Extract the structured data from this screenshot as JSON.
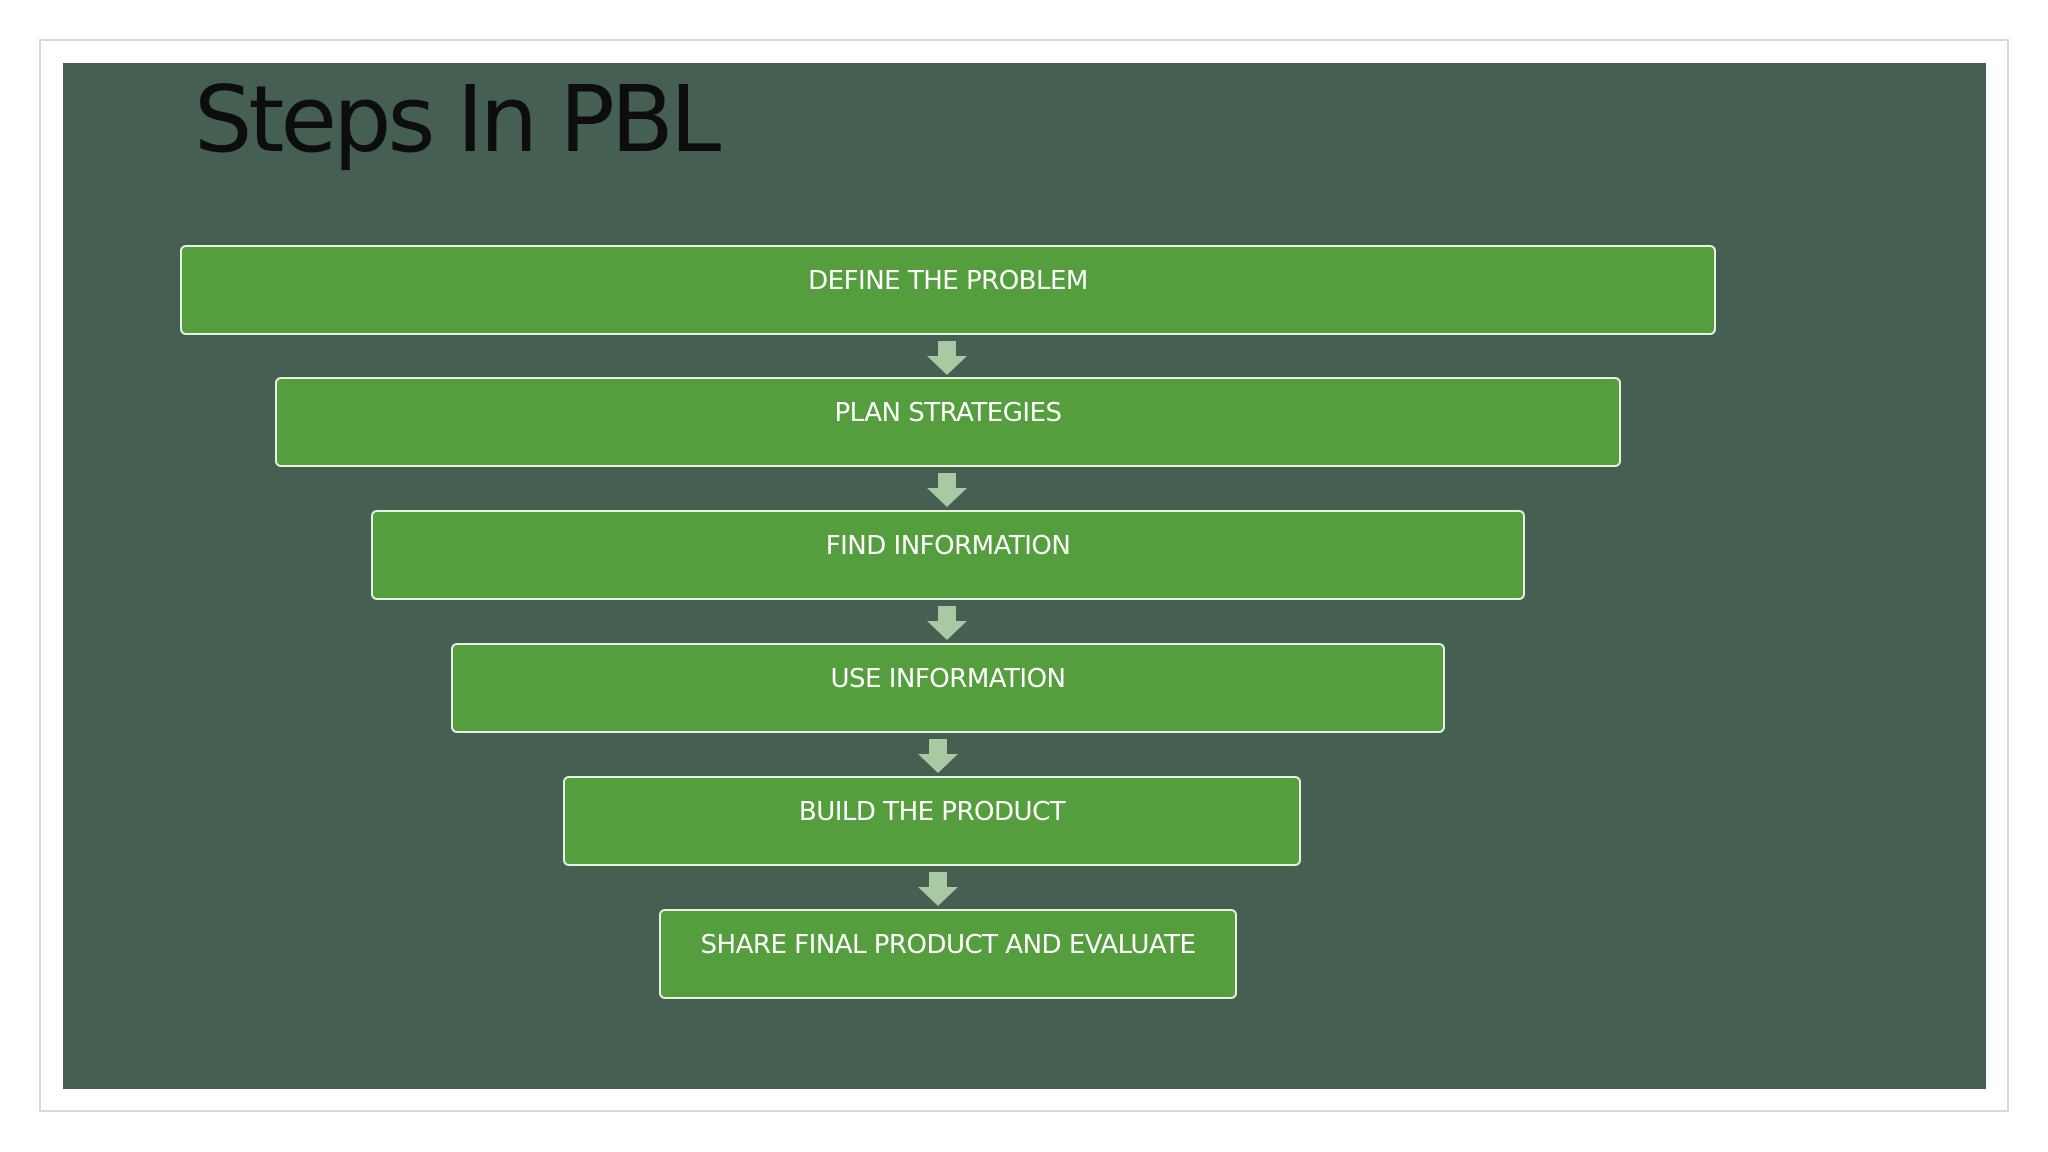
{
  "title": "Steps In PBL",
  "colors": {
    "background": "#455f53",
    "box_fill": "#559e3d",
    "box_border": "#e8f2e3",
    "arrow": "#a9c9a3",
    "title_text": "#0d0d0d",
    "box_text": "#ffffff"
  },
  "steps": [
    {
      "label": "DEFINE THE PROBLEM"
    },
    {
      "label": "PLAN STRATEGIES"
    },
    {
      "label": "FIND INFORMATION"
    },
    {
      "label": "USE INFORMATION"
    },
    {
      "label": "BUILD THE PRODUCT"
    },
    {
      "label": "SHARE FINAL PRODUCT AND EVALUATE"
    }
  ],
  "connector_icon": "down-arrow-icon"
}
